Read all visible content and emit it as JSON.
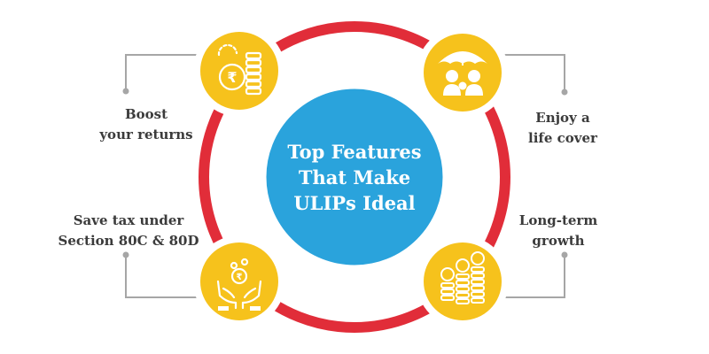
{
  "center_title": [
    "Top Features",
    "That Make",
    "ULIPs Ideal"
  ],
  "features": [
    {
      "lines": [
        "Boost",
        "your returns"
      ],
      "icon": "rupee-coins-stack-icon"
    },
    {
      "lines": [
        "Enjoy a",
        "life cover"
      ],
      "icon": "umbrella-family-icon"
    },
    {
      "lines": [
        "Save tax under",
        "Section 80C & 80D"
      ],
      "icon": "hands-coins-icon"
    },
    {
      "lines": [
        "Long-term",
        "growth"
      ],
      "icon": "growing-rupee-coins-icon"
    }
  ],
  "colors": {
    "ring": "#e12d39",
    "center": "#2aa3dc",
    "center_border": "#ffffff",
    "badge": "#f6c21c",
    "badge_ring": "#ffffff",
    "connector": "#a6a6a6",
    "text": "#3b3b3b"
  }
}
